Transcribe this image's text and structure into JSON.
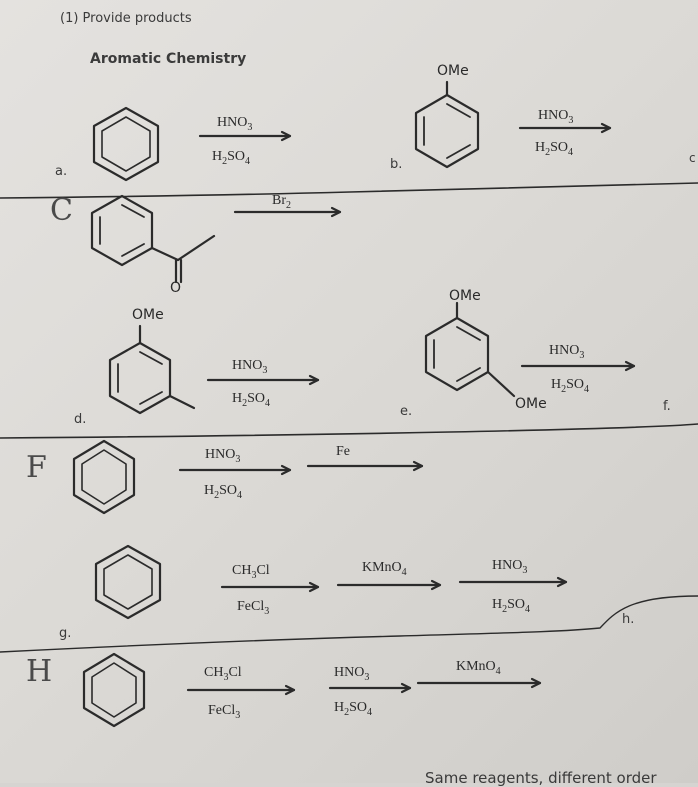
{
  "header": {
    "problem_number": "(1) Provide products",
    "section_title": "Aromatic Chemistry"
  },
  "substituents": {
    "methoxy": "OMe",
    "oxygen": "O"
  },
  "reagents": {
    "hno3": "HNO3",
    "h2so4": "H2SO4",
    "br2": "Br2",
    "fe": "Fe",
    "ch3cl": "CH3Cl",
    "fecl3": "FeCl3",
    "kmno4": "KMnO4"
  },
  "labels": {
    "a": "a.",
    "b": "b.",
    "c_edge": "c",
    "c_hand": "C",
    "d": "d.",
    "e": "e.",
    "f": "f.",
    "f_hand": "F",
    "g": "g.",
    "h": "h.",
    "h_hand": "H"
  },
  "footer": {
    "text": "Same reagents, different order"
  }
}
